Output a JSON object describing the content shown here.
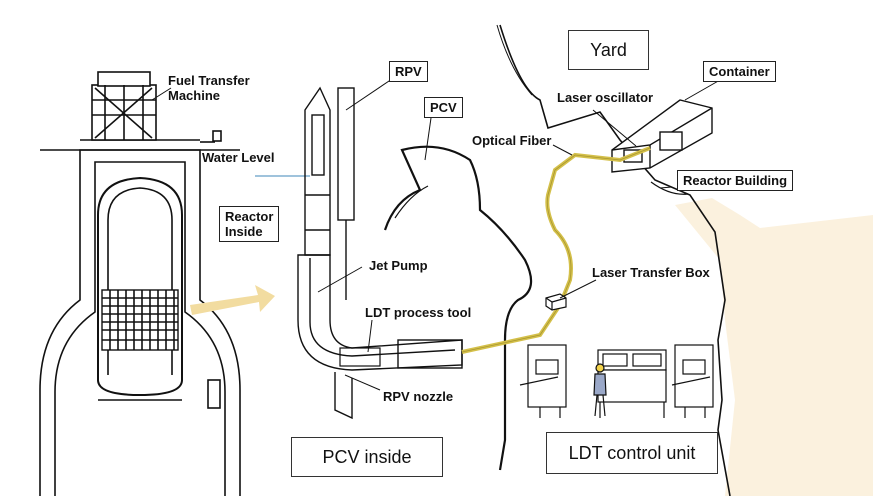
{
  "labels": {
    "fuel_transfer_machine_line1": "Fuel Transfer",
    "fuel_transfer_machine_line2": "Machine",
    "water_level": "Water Level",
    "reactor_inside_line1": "Reactor",
    "reactor_inside_line2": "Inside",
    "rpv": "RPV",
    "pcv": "PCV",
    "jet_pump": "Jet Pump",
    "ldt_process_tool": "LDT process tool",
    "rpv_nozzle": "RPV nozzle",
    "optical_fiber": "Optical Fiber",
    "yard": "Yard",
    "container": "Container",
    "laser_oscillator": "Laser oscillator",
    "reactor_building": "Reactor Building",
    "laser_transfer_box": "Laser Transfer Box",
    "pcv_inside": "PCV inside",
    "ldt_control_unit": "LDT control unit"
  },
  "colors": {
    "fiber": "#d4c04a",
    "arrow": "#f2dca0",
    "building_tint": "#fbf1de",
    "water": "#cfe3ef"
  }
}
